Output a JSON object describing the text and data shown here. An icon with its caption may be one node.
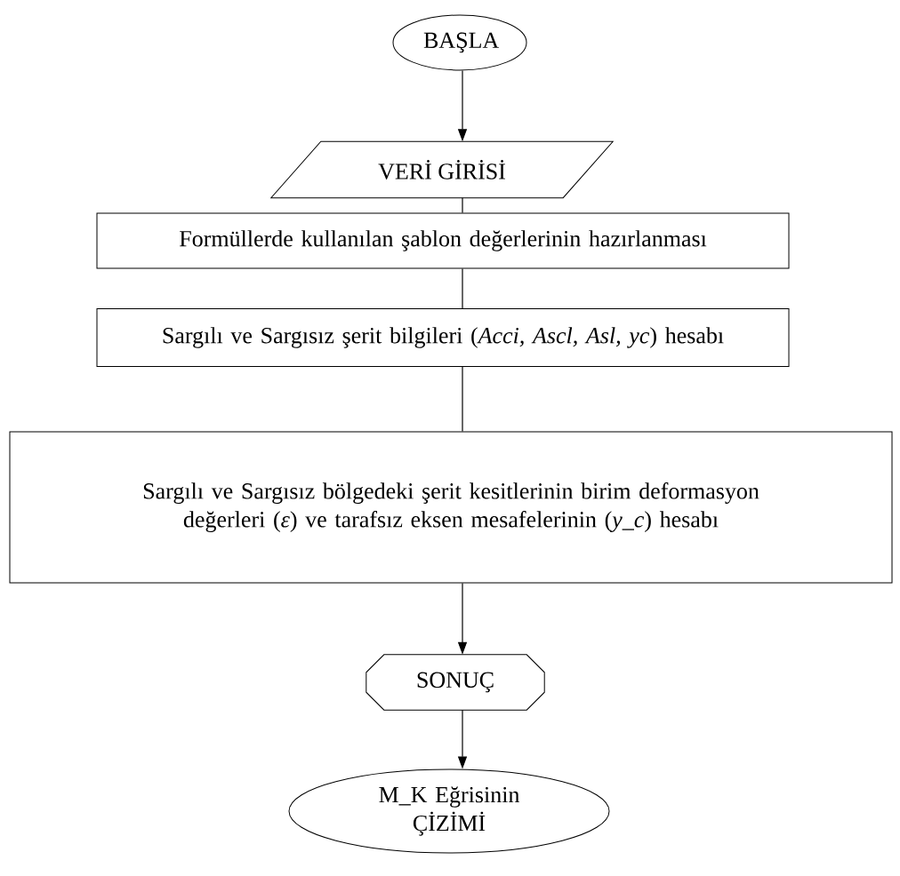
{
  "diagram": {
    "nodes": [
      {
        "text": [
          "BAŞLA"
        ]
      },
      {
        "text": [
          "VERİ GİRİSİ"
        ]
      },
      {
        "text": [
          "Formüllerde kullanılan şablon değerlerinin hazırlanması"
        ]
      },
      {
        "text": [
          "Sargılı ve Sargısız şerit bilgileri (*Acci, Ascl, Asl, yc*) hesabı"
        ]
      },
      {
        "text": [
          "Sargılı ve Sargısız bölgedeki şerit kesitlerinin birim deformasyon değerleri (*ε*) ve tarafsız eksen mesafelerinin (*y_c*) hesabı"
        ]
      },
      {
        "text": [
          "SONUÇ"
        ]
      },
      {
        "text": [
          "M_K Eğrisinin ÇİZİMİ"
        ]
      }
    ],
    "edges": [
      {
        "from": 0,
        "to": 1,
        "arrow": "to"
      },
      {
        "from": 1,
        "to": 2,
        "arrow": "none"
      },
      {
        "from": 2,
        "to": 3,
        "arrow": "none"
      },
      {
        "from": 3,
        "to": 4,
        "arrow": "none"
      },
      {
        "from": 4,
        "to": 5,
        "arrow": "to"
      },
      {
        "from": 5,
        "to": 6,
        "arrow": "to"
      }
    ]
  }
}
